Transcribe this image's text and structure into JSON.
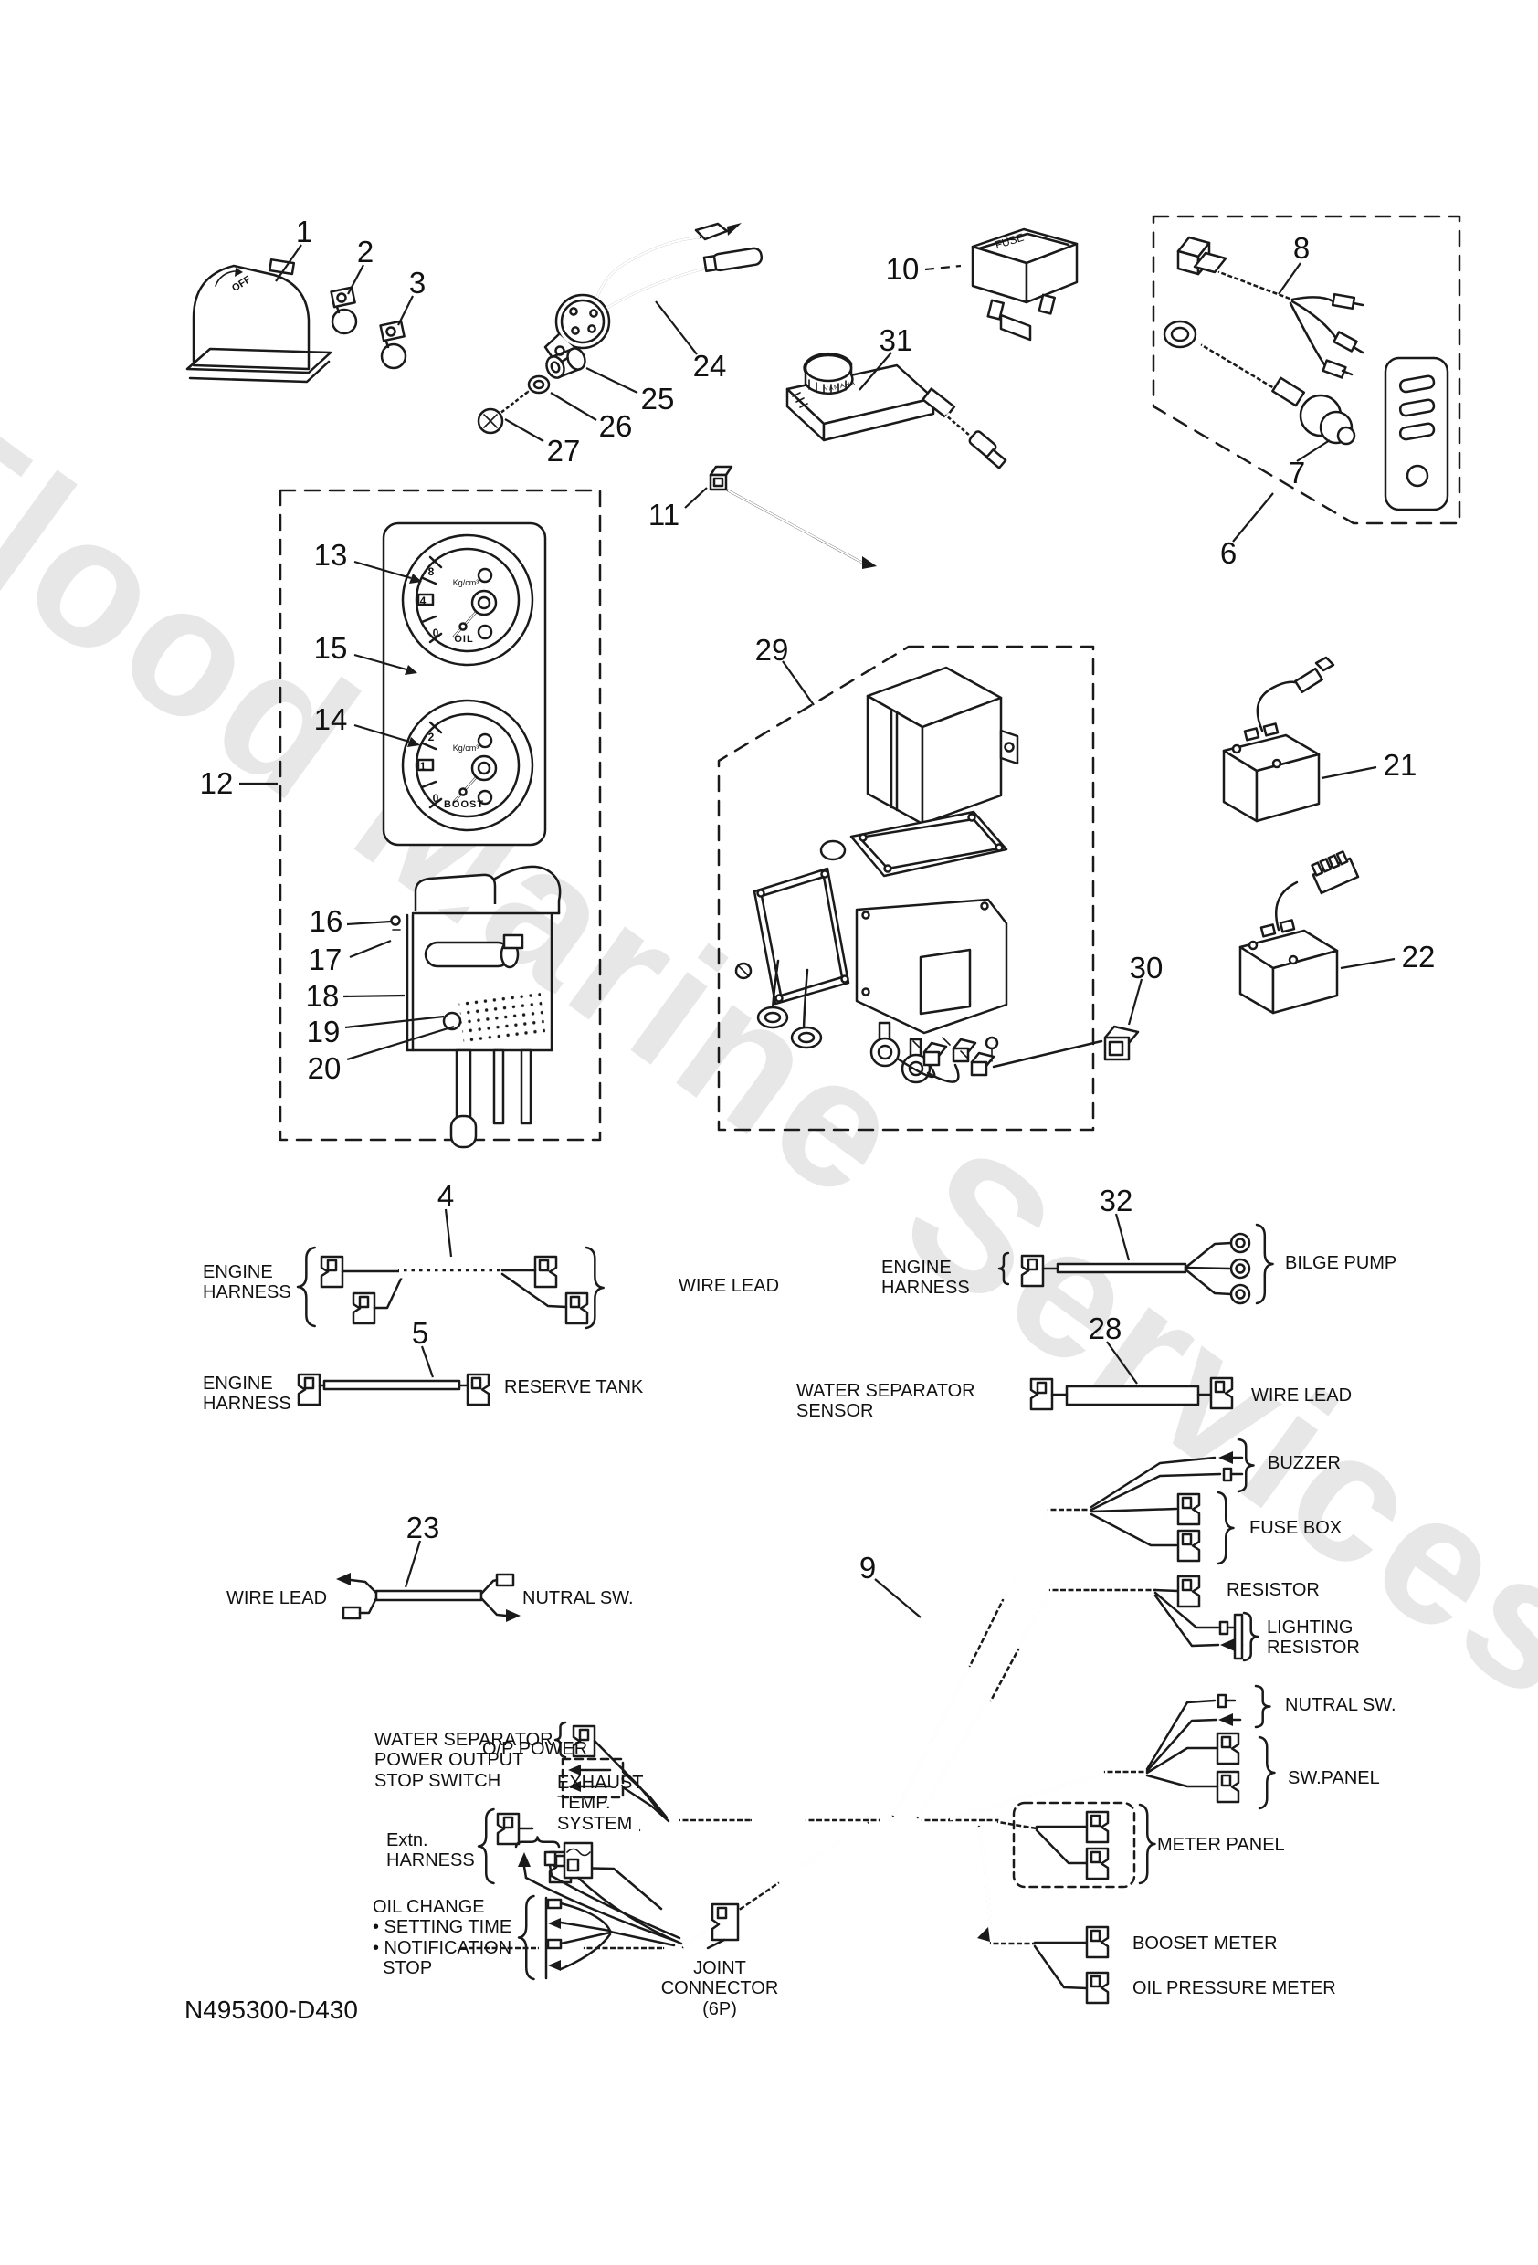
{
  "watermark": "Flood Marine Services",
  "doc_number": "N495300-D430",
  "callouts": {
    "p1": "1",
    "p2": "2",
    "p3": "3",
    "p4": "4",
    "p5": "5",
    "p6": "6",
    "p7": "7",
    "p8": "8",
    "p9": "9",
    "p10": "10",
    "p11": "11",
    "p12": "12",
    "p13": "13",
    "p14": "14",
    "p15": "15",
    "p16": "16",
    "p17": "17",
    "p18": "18",
    "p19": "19",
    "p20": "20",
    "p21": "21",
    "p22": "22",
    "p23": "23",
    "p24": "24",
    "p25": "25",
    "p26": "26",
    "p27": "27",
    "p28": "28",
    "p29": "29",
    "p30": "30",
    "p31": "31",
    "p32": "32"
  },
  "labels": {
    "engine_harness_4": "ENGINE\nHARNESS",
    "wire_lead_4": "WIRE LEAD",
    "engine_harness_5": "ENGINE\nHARNESS",
    "reserve_tank": "RESERVE TANK",
    "engine_harness_32": "ENGINE\nHARNESS",
    "bilge_pump": "BILGE PUMP",
    "water_separator_sensor": "WATER SEPARATOR\nSENSOR",
    "wire_lead_28": "WIRE LEAD",
    "wire_lead_23": "WIRE LEAD",
    "nutral_sw_23": "NUTRAL SW.",
    "buzzer": "BUZZER",
    "fuse_box": "FUSE BOX",
    "resistor": "RESISTOR",
    "lighting_resistor": "LIGHTING\nRESISTOR",
    "nutral_sw_9": "NUTRAL SW.",
    "sw_panel": "SW.PANEL",
    "meter_panel": "METER PANEL",
    "booset_meter": "BOOSET METER",
    "oil_pressure_meter": "OIL PRESSURE METER",
    "op_power": "O/P POWER",
    "exhaust_temp": "EXHAUST\nTEMP.\nSYSTEM",
    "water_sep_power": "WATER SEPARATOR\nPOWER OUTPUT\nSTOP SWITCH",
    "extn_harness": "Extn.\nHARNESS",
    "oil_change": "OIL CHANGE\n• SETTING TIME\n• NOTIFICATION\n  STOP",
    "joint_connector": "JOINT CONNECTOR\n(6P)"
  },
  "gauges": {
    "oil": {
      "n_top": "8",
      "n_mid": "4",
      "n_bot": "0",
      "unit": "Kg/cm³",
      "name": "OIL"
    },
    "boost": {
      "n_top": "2",
      "n_mid": "1",
      "n_bot": "0",
      "unit": "Kg/cm³",
      "name": "BOOST"
    }
  },
  "part_texts": {
    "off": "OFF",
    "fuse": "FUSE",
    "yamaha": "YAMAHA"
  }
}
